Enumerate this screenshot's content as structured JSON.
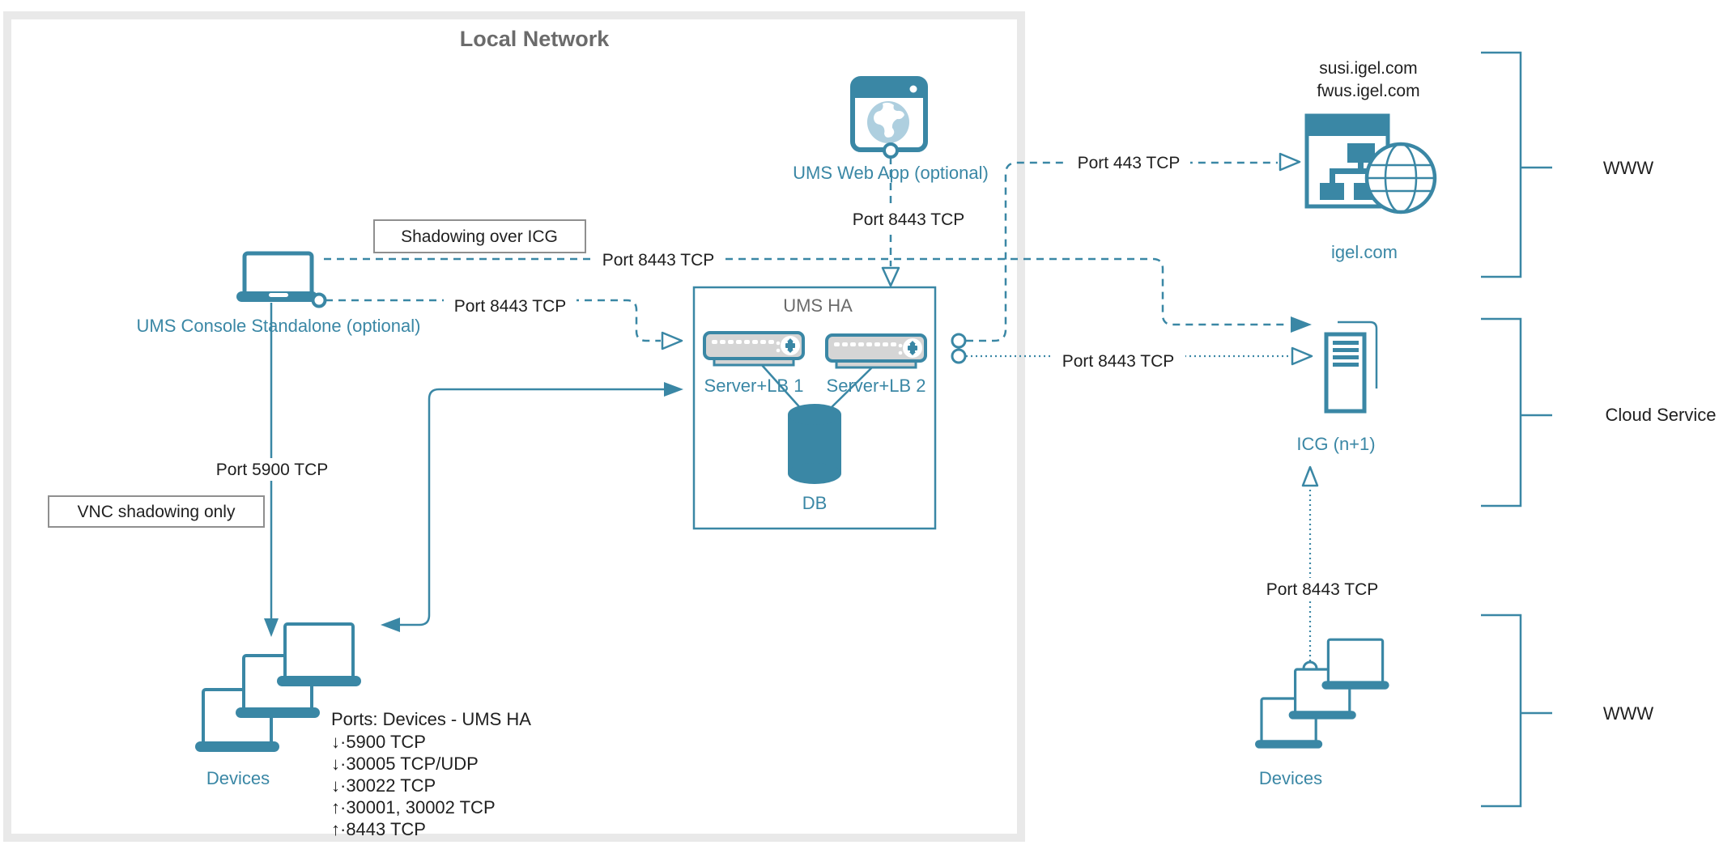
{
  "colors": {
    "accent": "#3A87A5",
    "accent_light": "#AECFDF",
    "local_network_border": "#E9E9E9",
    "callout_border": "#8F8F8F",
    "title_gray": "#6B6B6B",
    "server_fill": "#D5D5D5",
    "text_black": "#1F1F1F"
  },
  "local_network": {
    "title": "Local Network"
  },
  "console": {
    "label": "UMS Console Standalone (optional)"
  },
  "web_app": {
    "label": "UMS Web App (optional)"
  },
  "ums_ha": {
    "title": "UMS HA",
    "server1": "Server+LB 1",
    "server2": "Server+LB 2",
    "db": "DB"
  },
  "icg": {
    "label": "ICG (n+1)"
  },
  "igel": {
    "domain1": "susi.igel.com",
    "domain2": "fwus.igel.com",
    "label": "igel.com"
  },
  "devices_left": {
    "label": "Devices"
  },
  "devices_right": {
    "label": "Devices"
  },
  "callouts": {
    "shadowing": "Shadowing over ICG",
    "vnc": "VNC shadowing only"
  },
  "port_labels": {
    "console_top": "Port 8443 TCP",
    "console_bottom": "Port 8443 TCP",
    "web_app": "Port 8443 TCP",
    "to_igel": "Port 443 TCP",
    "ums_to_icg": "Port 8443 TCP",
    "vnc": "Port 5900 TCP",
    "devices_to_icg": "Port 8443 TCP"
  },
  "ports_block": {
    "title": "Ports: Devices - UMS HA",
    "lines": [
      "↓·5900 TCP",
      "↓·30005 TCP/UDP",
      "↓·30022 TCP",
      "↑·30001, 30002 TCP",
      "↑·8443 TCP"
    ]
  },
  "zones": {
    "www_top": "WWW",
    "cloud": "Cloud Service",
    "www_bottom": "WWW"
  }
}
